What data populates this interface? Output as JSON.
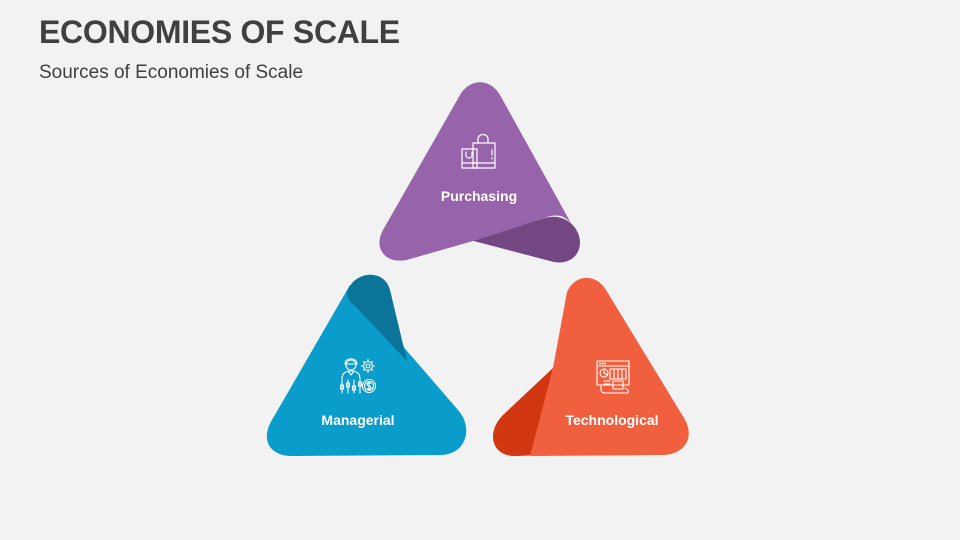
{
  "slide": {
    "title": "ECONOMIES OF SCALE",
    "subtitle": "Sources of Economies of Scale",
    "background": "#f2f2f2",
    "text_color": "#404040"
  },
  "segments": [
    {
      "id": "purchasing",
      "label": "Purchasing",
      "icon": "shopping-bags-icon",
      "color": "#9763aa",
      "fold_color": "#734882"
    },
    {
      "id": "managerial",
      "label": "Managerial",
      "icon": "manager-gear-finance-icon",
      "color": "#0a9ccb",
      "fold_color": "#0a7499"
    },
    {
      "id": "technological",
      "label": "Technological",
      "icon": "computer-dashboard-icon",
      "color": "#f0603e",
      "fold_color": "#d13710"
    }
  ]
}
